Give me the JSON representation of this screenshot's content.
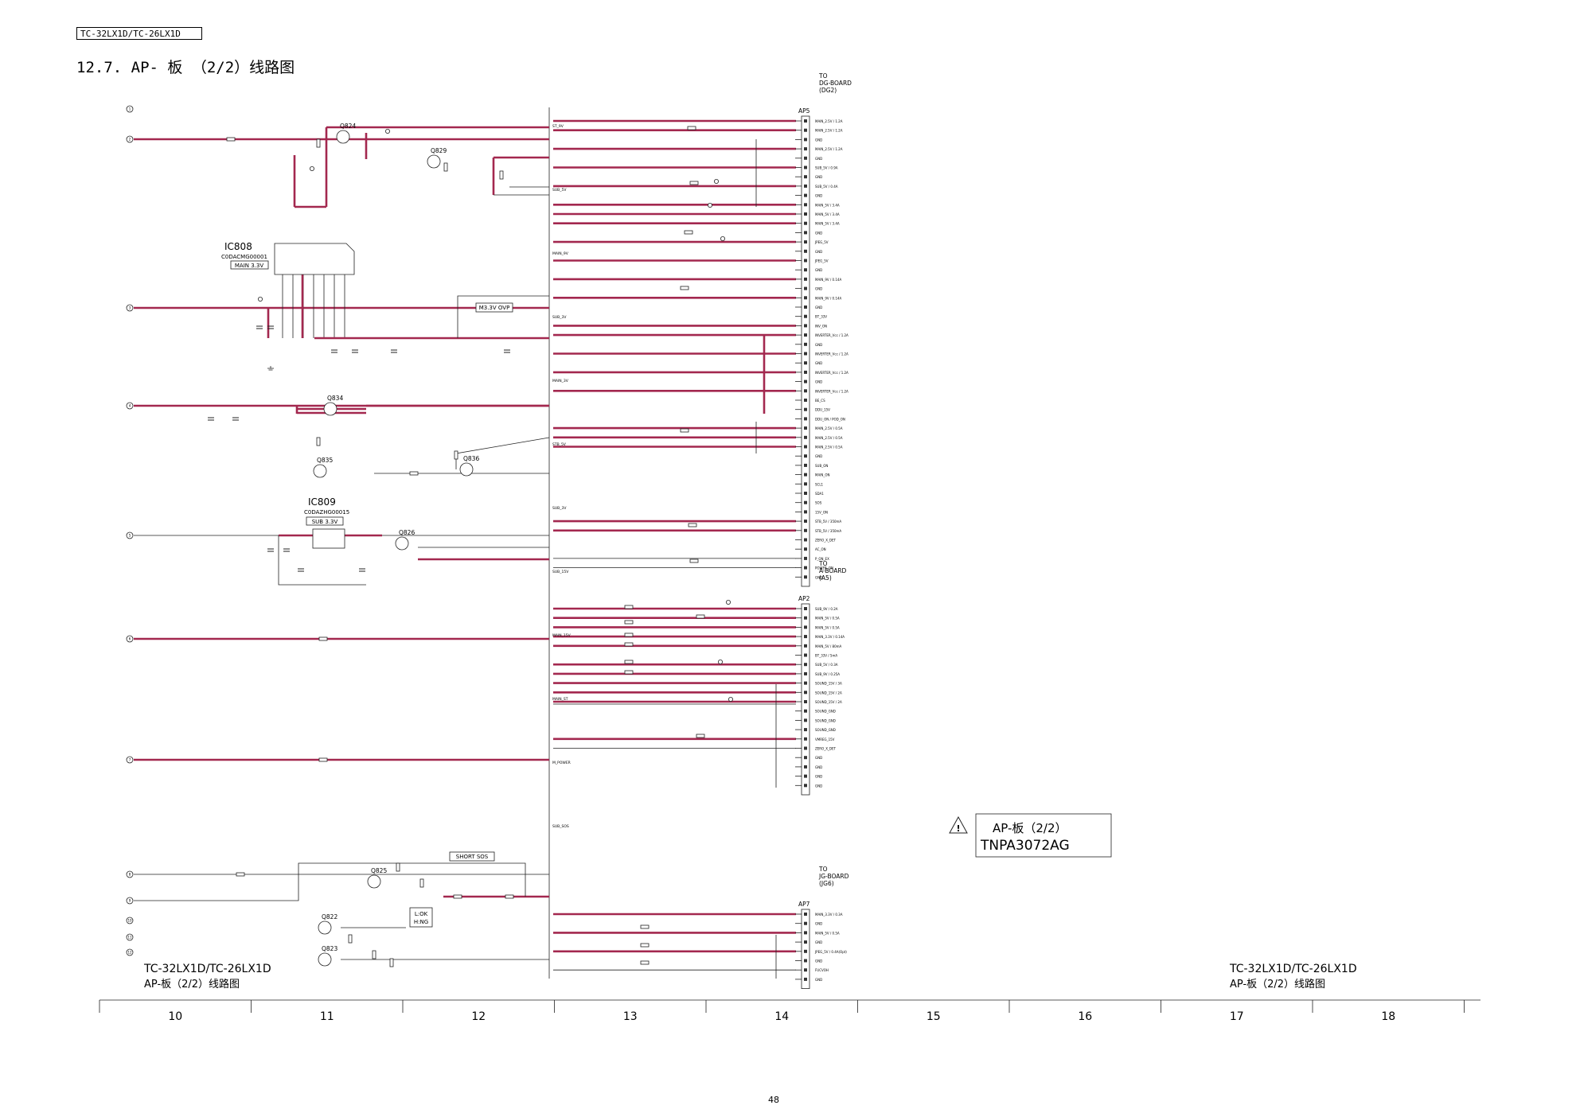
{
  "header": {
    "model_box": "TC-32LX1D/TC-26LX1D",
    "section_title": "12.7. AP- 板 （2/2）线路图"
  },
  "footer": {
    "left_model": "TC-32LX1D/TC-26LX1D",
    "left_sub": "AP-板（2/2）线路图",
    "right_model": "TC-32LX1D/TC-26LX1D",
    "right_sub": "AP-板（2/2）线路图",
    "page_number": "48"
  },
  "grid_columns": [
    "10",
    "11",
    "12",
    "13",
    "14",
    "15",
    "16",
    "17",
    "18"
  ],
  "title_block": {
    "line1": "AP-板（2/2）",
    "line2": "TNPA3072AG"
  },
  "ics": [
    {
      "ref": "IC808",
      "part": "C0DACMG00001",
      "tag": "MAIN 3.3V"
    },
    {
      "ref": "IC809",
      "part": "C0DAZHG00015",
      "tag": "SUB 3.3V"
    }
  ],
  "transistors": [
    "Q824",
    "Q829",
    "Q834",
    "Q835",
    "Q836",
    "Q826",
    "Q825",
    "Q822",
    "Q823"
  ],
  "tags": {
    "ovp": "M3.3V OVP",
    "short": "SHORT SOS",
    "lok1": "L:OK",
    "lok2": "H:NG"
  },
  "connectors": [
    {
      "ref": "AP5",
      "to": "TO",
      "board": "DG-BOARD",
      "sub": "(DG2)"
    },
    {
      "ref": "AP2",
      "to": "TO",
      "board": "A-BOARD",
      "sub": "(A5)"
    },
    {
      "ref": "AP7",
      "to": "TO",
      "board": "JG-BOARD",
      "sub": "(JG6)"
    }
  ],
  "ap5_pins": [
    "MAIN_2.5V / 1.2A",
    "MAIN_2.5V / 1.2A",
    "GND",
    "MAIN_2.5V / 1.2A",
    "GND",
    "SUB_5V / 0.9A",
    "GND",
    "SUB_5V / 0.4A",
    "GND",
    "MAIN_5V / 3.4A",
    "MAIN_5V / 3.4A",
    "MAIN_5V / 3.4A",
    "GND",
    "JPEG_5V",
    "GND",
    "JPEG_5V",
    "GND",
    "MAIN_9V / 0.14A",
    "GND",
    "MAIN_9V / 0.14A",
    "GND",
    "BT_33V",
    "INV_ON",
    "INVERTER_Vcc / 1.2A",
    "GND",
    "INVERTER_Vcc / 1.2A",
    "GND",
    "INVERTER_Vcc / 1.2A",
    "GND",
    "INVERTER_Vcc / 1.2A",
    "BE_CS",
    "DDU_15V",
    "DDU_ON / POD_ON",
    "MAIN_2.5V / 0.5A",
    "MAIN_2.5V / 0.5A",
    "MAIN_2.5V / 0.5A",
    "GND",
    "SUB_ON",
    "MAIN_ON",
    "SCL1",
    "SDA1",
    "SOS",
    "15V_ON",
    "STB_5V / 350mA",
    "STB_5V / 350mA",
    "ZERO_X_DET",
    "AC_ON",
    "P_ON_EX",
    "POWER_ON",
    "GND"
  ],
  "ap2_pins": [
    "SUB_9V / 0.2A",
    "MAIN_5V / 0.5A",
    "MAIN_5V / 0.5A",
    "MAIN_3.3V / 0.14A",
    "MAIN_5V / 80mA",
    "BT_33V / 5mA",
    "SUB_5V / 0.3A",
    "SUB_9V / 0.25A",
    "SOUND_15V / 3A",
    "SOUND_15V / 2A",
    "SOUND_15V / 2A",
    "SOUND_GND",
    "SOUND_GND",
    "SOUND_GND",
    "VMREG_15V",
    "ZERO_X_DET",
    "GND",
    "GND",
    "GND",
    "GND"
  ],
  "ap7_pins": [
    "MAIN_3.3V / 0.3A",
    "GND",
    "MAIN_5V / 0.5A",
    "GND",
    "JPEG_5V / 0.4A(Opt)",
    "GND",
    "FUCVOH",
    "GND"
  ],
  "left_nets": [
    "ST_9V",
    "SUB_5V",
    "MAIN_9V",
    "SUB_3V",
    "MAIN_3V",
    "STB_5V",
    "SUB_3V",
    "SUB_15V",
    "MAIN_15V",
    "MAIN_ST",
    "M_POWER",
    "SUB_SOS"
  ]
}
